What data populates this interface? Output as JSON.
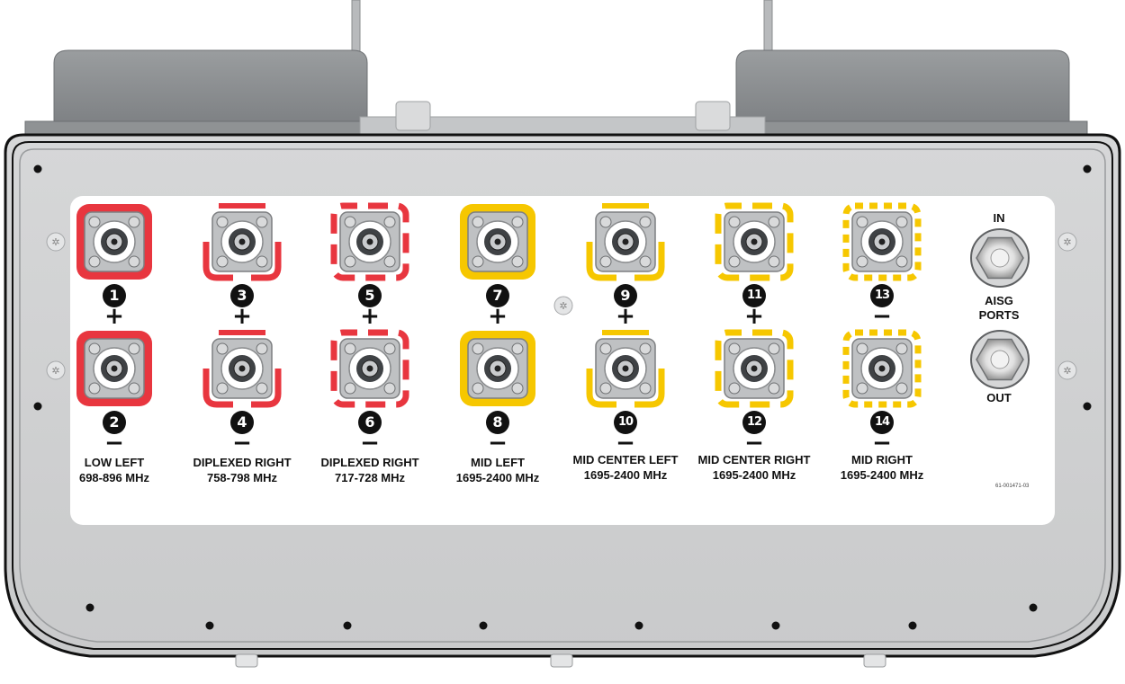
{
  "ports": [
    {
      "number": "1",
      "polarity": "+",
      "color": "#e8363f",
      "style": "solid"
    },
    {
      "number": "2",
      "polarity": "−",
      "color": "#e8363f",
      "style": "solid"
    },
    {
      "number": "3",
      "polarity": "+",
      "color": "#e8363f",
      "style": "split"
    },
    {
      "number": "4",
      "polarity": "−",
      "color": "#e8363f",
      "style": "split"
    },
    {
      "number": "5",
      "polarity": "+",
      "color": "#e8363f",
      "style": "dashed"
    },
    {
      "number": "6",
      "polarity": "−",
      "color": "#e8363f",
      "style": "dashed"
    },
    {
      "number": "7",
      "polarity": "+",
      "color": "#f6c700",
      "style": "solid"
    },
    {
      "number": "8",
      "polarity": "−",
      "color": "#f6c700",
      "style": "solid"
    },
    {
      "number": "9",
      "polarity": "+",
      "color": "#f6c700",
      "style": "split"
    },
    {
      "number": "10",
      "polarity": "−",
      "color": "#f6c700",
      "style": "split"
    },
    {
      "number": "11",
      "polarity": "+",
      "color": "#f6c700",
      "style": "dashed"
    },
    {
      "number": "12",
      "polarity": "−",
      "color": "#f6c700",
      "style": "dashed"
    },
    {
      "number": "13",
      "polarity": "−",
      "color": "#f6c700",
      "style": "fine-dashed"
    },
    {
      "number": "14",
      "polarity": "−",
      "color": "#f6c700",
      "style": "fine-dashed"
    }
  ],
  "bands": [
    {
      "name": "LOW LEFT",
      "freq": "698-896 MHz"
    },
    {
      "name": "DIPLEXED RIGHT",
      "freq": "758-798 MHz"
    },
    {
      "name": "DIPLEXED RIGHT",
      "freq": "717-728 MHz"
    },
    {
      "name": "MID LEFT",
      "freq": "1695-2400 MHz"
    },
    {
      "name": "MID CENTER LEFT",
      "freq": "1695-2400 MHz"
    },
    {
      "name": "MID CENTER RIGHT",
      "freq": "1695-2400 MHz"
    },
    {
      "name": "MID RIGHT",
      "freq": "1695-2400 MHz"
    }
  ],
  "aisg": {
    "in_label": "IN",
    "title_line1": "AISG",
    "title_line2": "PORTS",
    "out_label": "OUT"
  },
  "part_number": "61-001471-03",
  "colors": {
    "red": "#e8363f",
    "yellow": "#f6c700",
    "housing": "#cfd0d1",
    "label_panel": "#ffffff",
    "cover": "#8d9092"
  },
  "icons": [
    "din-connector-icon",
    "aisg-connector-icon",
    "screw-icon"
  ]
}
